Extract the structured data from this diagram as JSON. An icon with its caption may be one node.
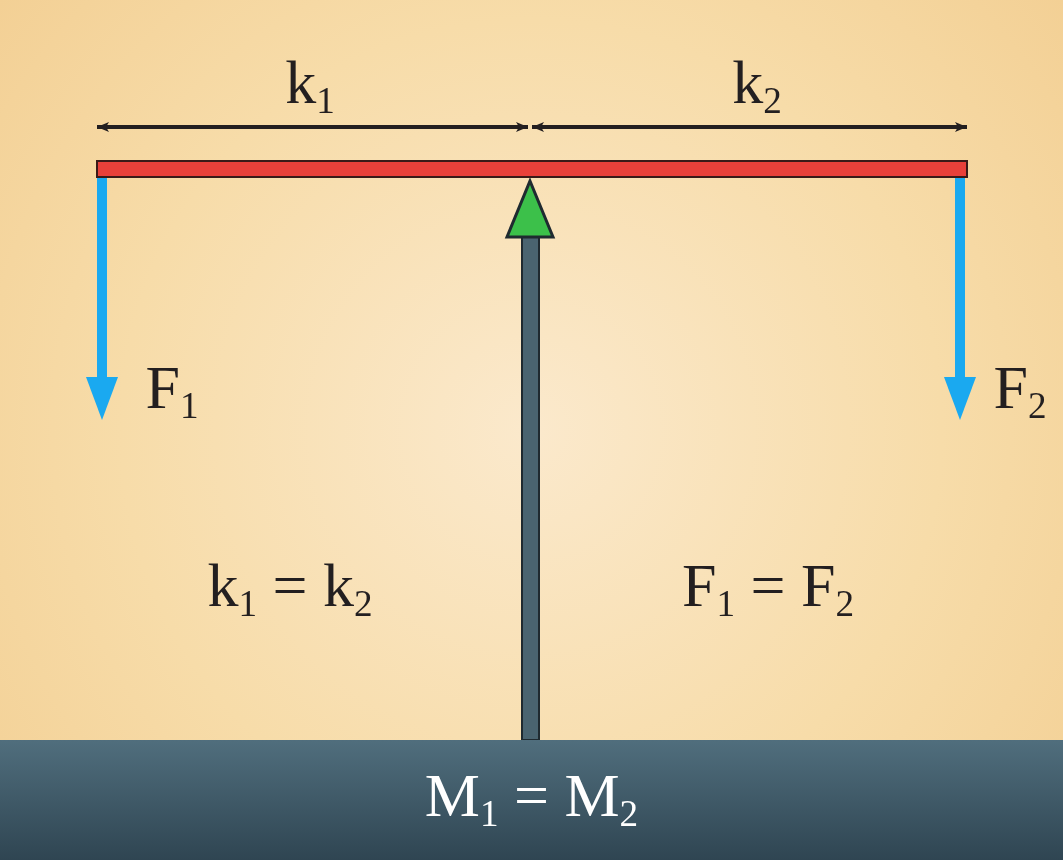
{
  "diagram": {
    "nodes": [
      {
        "text": [
          "M$_{1}$ = M$_{2}$"
        ]
      }
    ],
    "labels": [
      "k$_{1}$",
      "k$_{2}$",
      "F$_{1}$",
      "F$_{2}$",
      "k$_{1}$ = k$_{2}$",
      "F$_{1}$ = F$_{2}$"
    ]
  }
}
